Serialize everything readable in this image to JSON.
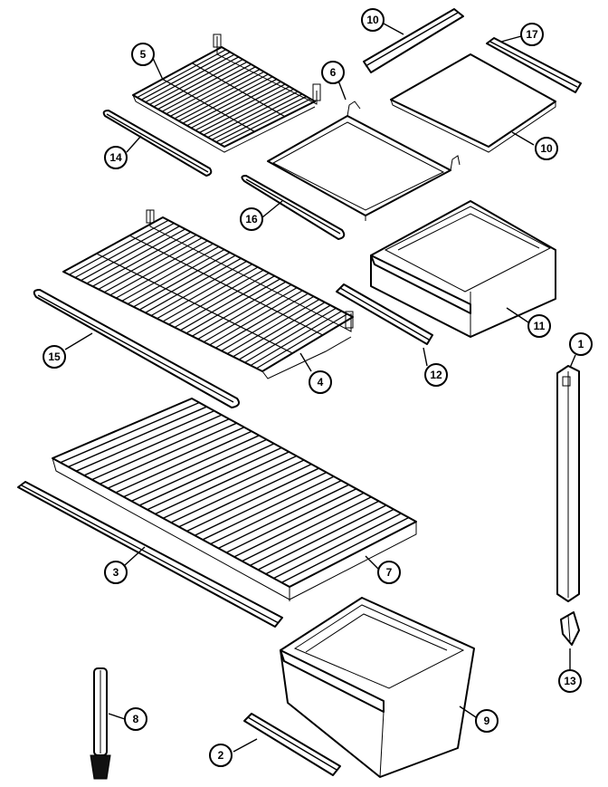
{
  "callouts": [
    {
      "id": "c1",
      "label": "1"
    },
    {
      "id": "c2",
      "label": "2"
    },
    {
      "id": "c3",
      "label": "3"
    },
    {
      "id": "c4",
      "label": "4"
    },
    {
      "id": "c5",
      "label": "5"
    },
    {
      "id": "c6",
      "label": "6"
    },
    {
      "id": "c7",
      "label": "7"
    },
    {
      "id": "c8",
      "label": "8"
    },
    {
      "id": "c9",
      "label": "9"
    },
    {
      "id": "c10a",
      "label": "10"
    },
    {
      "id": "c10b",
      "label": "10"
    },
    {
      "id": "c11",
      "label": "11"
    },
    {
      "id": "c12",
      "label": "12"
    },
    {
      "id": "c13",
      "label": "13"
    },
    {
      "id": "c14",
      "label": "14"
    },
    {
      "id": "c15",
      "label": "15"
    },
    {
      "id": "c16",
      "label": "16"
    },
    {
      "id": "c17",
      "label": "17"
    }
  ]
}
